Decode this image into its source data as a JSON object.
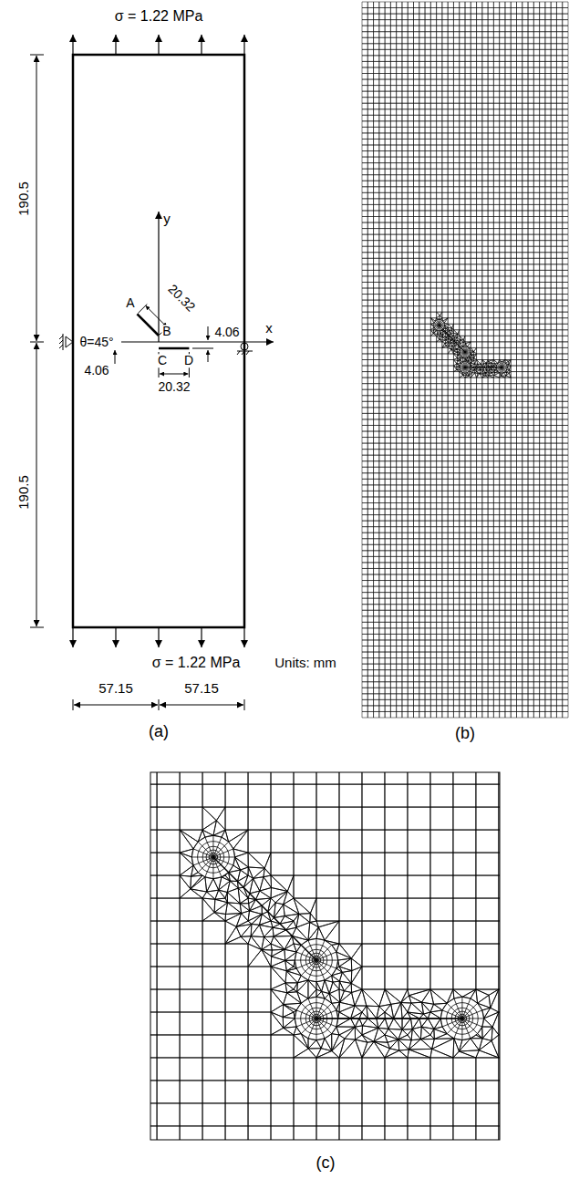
{
  "diagram": {
    "labels": [
      "σ = 1.22 MPa",
      "190.5",
      "y",
      "20.32",
      "A",
      "θ=45°",
      "B",
      "4.06",
      "4.06",
      "x",
      "C",
      "D",
      "20.32",
      "190.5",
      "σ = 1.22 MPa",
      "Units: mm",
      "57.15",
      "57.15",
      "(a)",
      "(b)",
      "(c)"
    ]
  }
}
